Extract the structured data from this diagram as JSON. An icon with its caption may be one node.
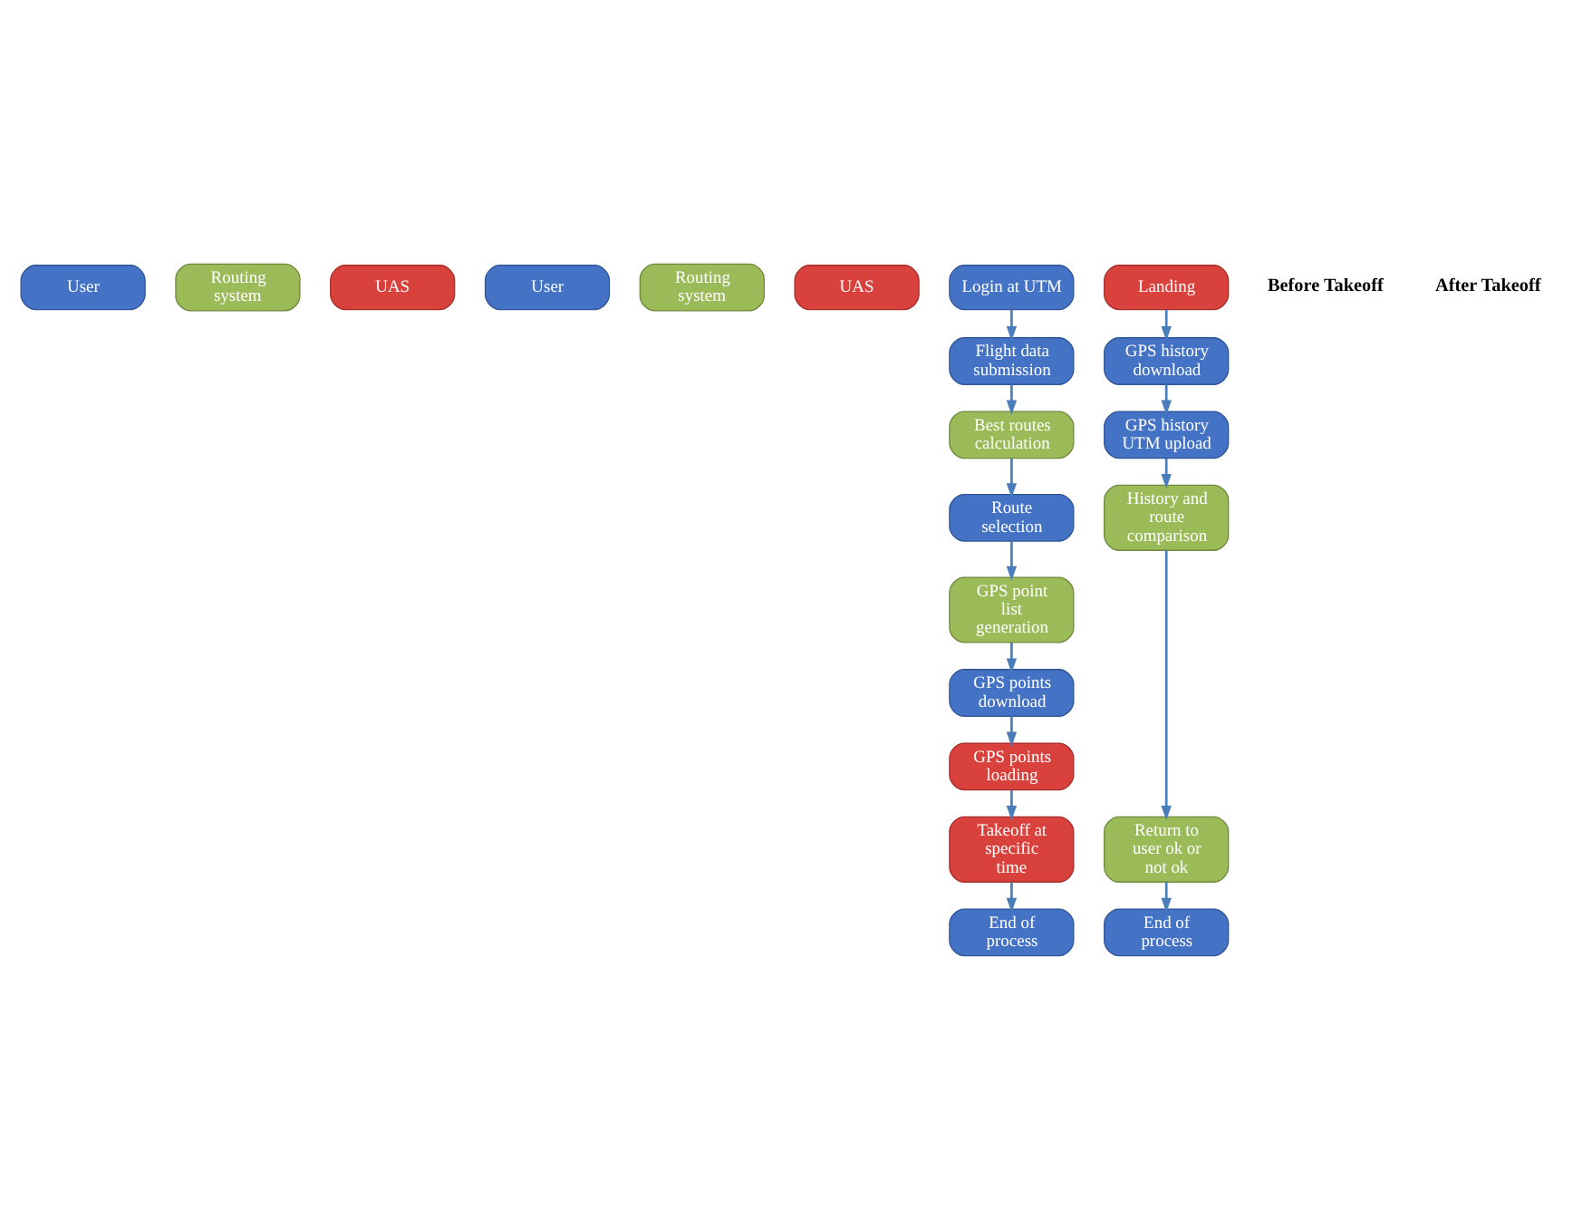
{
  "diagram": {
    "nodes": [
      {
        "text": [
          "User"
        ]
      },
      {
        "text": [
          "Routing system"
        ]
      },
      {
        "text": [
          "UAS"
        ]
      },
      {
        "text": [
          "User"
        ]
      },
      {
        "text": [
          "Routing system"
        ]
      },
      {
        "text": [
          "UAS"
        ]
      },
      {
        "text": [
          "Login at UTM"
        ]
      },
      {
        "text": [
          "Flight data submission"
        ]
      },
      {
        "text": [
          "Best routes calculation"
        ]
      },
      {
        "text": [
          "Route selection"
        ]
      },
      {
        "text": [
          "GPS point list generation"
        ]
      },
      {
        "text": [
          "GPS points download"
        ]
      },
      {
        "text": [
          "GPS points loading"
        ]
      },
      {
        "text": [
          "Takeoff at specific time"
        ]
      },
      {
        "text": [
          "End of process"
        ]
      },
      {
        "text": [
          "Landing"
        ]
      },
      {
        "text": [
          "GPS history download"
        ]
      },
      {
        "text": [
          "GPS history UTM upload"
        ]
      },
      {
        "text": [
          "History and route comparison"
        ]
      },
      {
        "text": [
          "Return to user ok or not ok"
        ]
      },
      {
        "text": [
          "End of process"
        ]
      }
    ],
    "edges": [
      {
        "from": 6,
        "to": 7,
        "arrow": "to"
      },
      {
        "from": 7,
        "to": 8,
        "arrow": "to"
      },
      {
        "from": 8,
        "to": 9,
        "arrow": "to"
      },
      {
        "from": 9,
        "to": 10,
        "arrow": "to"
      },
      {
        "from": 10,
        "to": 11,
        "arrow": "to"
      },
      {
        "from": 11,
        "to": 12,
        "arrow": "to"
      },
      {
        "from": 12,
        "to": 13,
        "arrow": "to"
      },
      {
        "from": 13,
        "to": 14,
        "arrow": "to"
      },
      {
        "from": 15,
        "to": 16,
        "arrow": "to"
      },
      {
        "from": 16,
        "to": 17,
        "arrow": "to"
      },
      {
        "from": 17,
        "to": 18,
        "arrow": "to"
      },
      {
        "from": 18,
        "to": 19,
        "arrow": "to"
      },
      {
        "from": 19,
        "to": 20,
        "arrow": "to"
      }
    ],
    "labels": [
      "Before Takeoff",
      "After Takeoff"
    ]
  }
}
